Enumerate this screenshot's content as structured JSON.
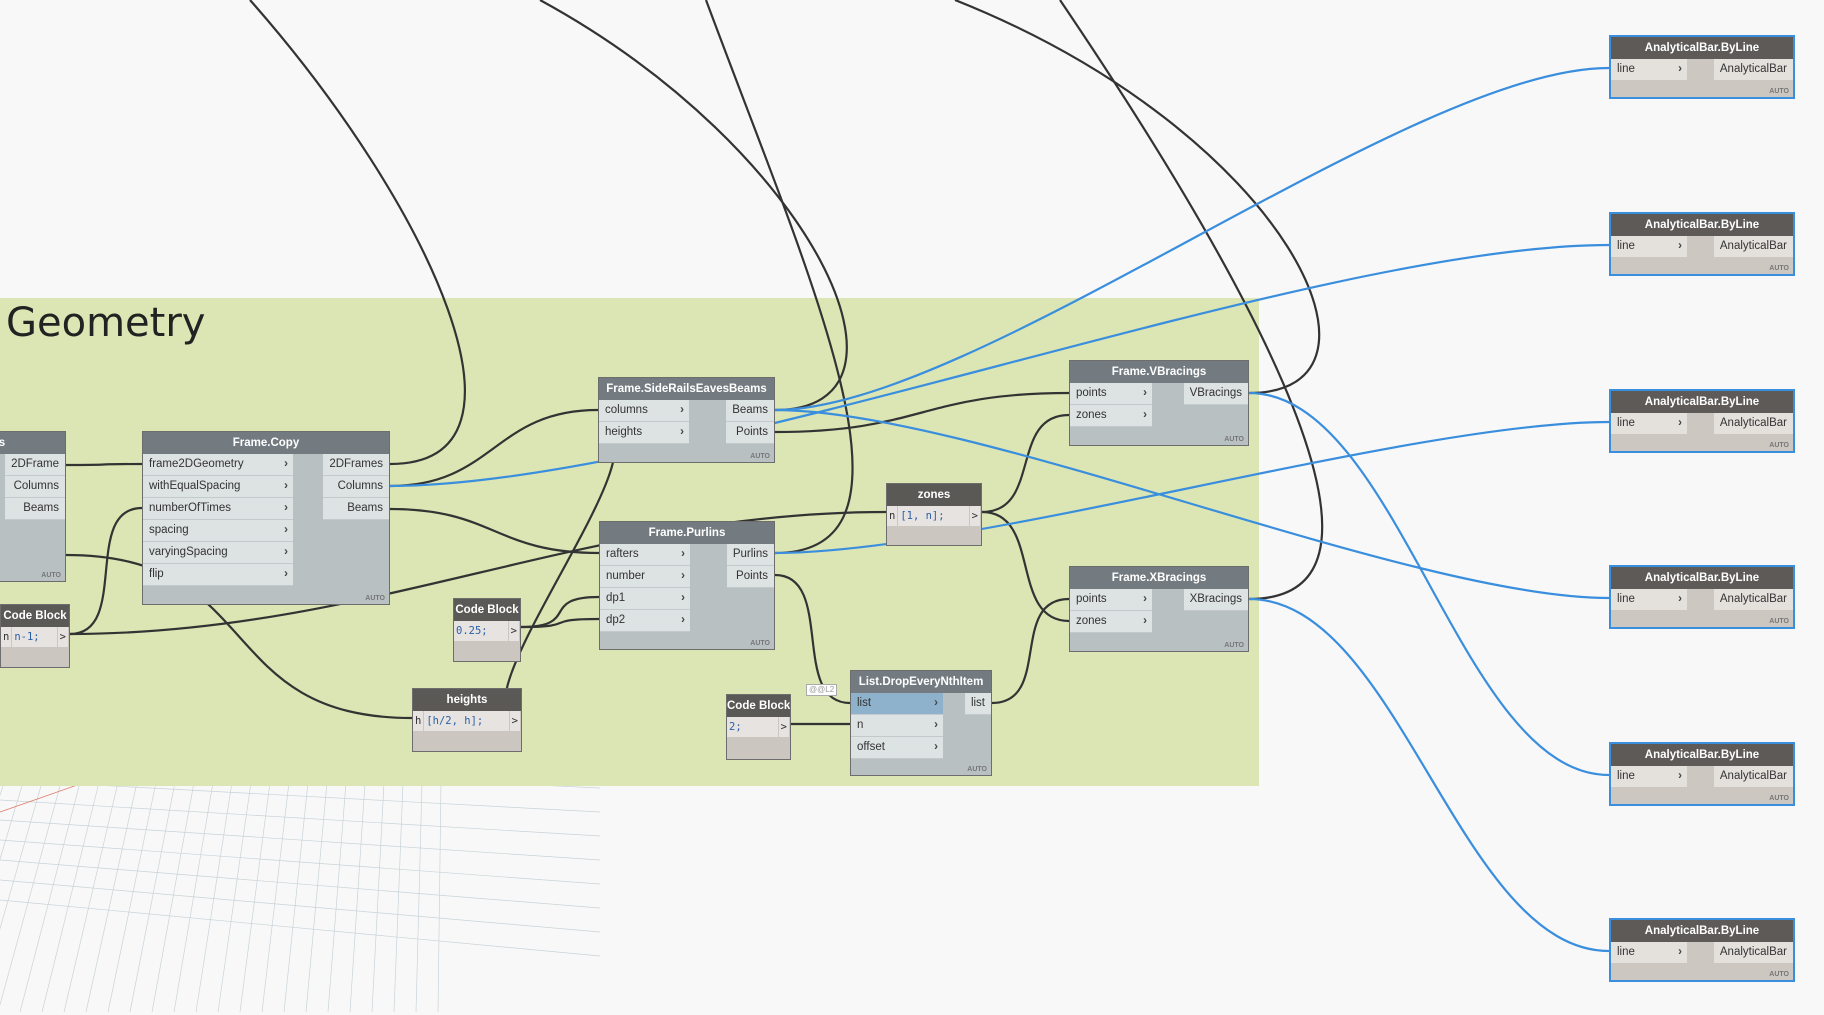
{
  "group": {
    "title": "Geometry",
    "color": "#dce6b4"
  },
  "wire_colors": {
    "default": "#333333",
    "preview": "#3a8ede"
  },
  "nodes": [
    {
      "id": "left",
      "title": "ghts",
      "kind": "func",
      "inputs": [],
      "outputs": [
        "2DFrame",
        "Columns",
        "Beams"
      ],
      "auto": "AUTO"
    },
    {
      "id": "copy",
      "title": "Frame.Copy",
      "kind": "func",
      "inputs": [
        "frame2DGeometry",
        "withEqualSpacing",
        "numberOfTimes",
        "spacing",
        "varyingSpacing",
        "flip"
      ],
      "outputs": [
        "2DFrames",
        "Columns",
        "Beams"
      ],
      "auto": "AUTO"
    },
    {
      "id": "cbl",
      "title": "Code Block",
      "kind": "code",
      "input": "n",
      "code": "n-1;",
      "out": ">"
    },
    {
      "id": "side",
      "title": "Frame.SideRailsEavesBeams",
      "kind": "func",
      "inputs": [
        "columns",
        "heights"
      ],
      "outputs": [
        "Beams",
        "Points"
      ],
      "auto": "AUTO"
    },
    {
      "id": "purl",
      "title": "Frame.Purlins",
      "kind": "func",
      "inputs": [
        "rafters",
        "number",
        "dp1",
        "dp2"
      ],
      "outputs": [
        "Purlins",
        "Points"
      ],
      "auto": "AUTO"
    },
    {
      "id": "zones",
      "title": "zones",
      "kind": "code",
      "input": "n",
      "code": "[1, n];",
      "out": ">"
    },
    {
      "id": "vbr",
      "title": "Frame.VBracings",
      "kind": "func",
      "inputs": [
        "points",
        "zones"
      ],
      "outputs": [
        "VBracings"
      ],
      "auto": "AUTO"
    },
    {
      "id": "xbr",
      "title": "Frame.XBracings",
      "kind": "func",
      "inputs": [
        "points",
        "zones"
      ],
      "outputs": [
        "XBracings"
      ],
      "auto": "AUTO"
    },
    {
      "id": "cb025",
      "title": "Code Block",
      "kind": "code",
      "input": "",
      "code": "0.25;",
      "out": ">"
    },
    {
      "id": "heights",
      "title": "heights",
      "kind": "code",
      "input": "h",
      "code": "[h/2, h];",
      "out": ">"
    },
    {
      "id": "cb2",
      "title": "Code Block",
      "kind": "code",
      "input": "",
      "code": "2;",
      "out": ">"
    },
    {
      "id": "drop",
      "title": "List.DropEveryNthItem",
      "kind": "func",
      "inputs": [
        "list",
        "n",
        "offset"
      ],
      "outputs": [
        "list"
      ],
      "auto": "AUTO",
      "lacing": "@@L2"
    },
    {
      "id": "ab1",
      "title": "AnalyticalBar.ByLine",
      "kind": "ab",
      "inputs": [
        "line"
      ],
      "outputs": [
        "AnalyticalBar"
      ],
      "auto": "AUTO"
    },
    {
      "id": "ab2",
      "title": "AnalyticalBar.ByLine",
      "kind": "ab",
      "inputs": [
        "line"
      ],
      "outputs": [
        "AnalyticalBar"
      ],
      "auto": "AUTO"
    },
    {
      "id": "ab3",
      "title": "AnalyticalBar.ByLine",
      "kind": "ab",
      "inputs": [
        "line"
      ],
      "outputs": [
        "AnalyticalBar"
      ],
      "auto": "AUTO"
    },
    {
      "id": "ab4",
      "title": "AnalyticalBar.ByLine",
      "kind": "ab",
      "inputs": [
        "line"
      ],
      "outputs": [
        "AnalyticalBar"
      ],
      "auto": "AUTO"
    },
    {
      "id": "ab5",
      "title": "AnalyticalBar.ByLine",
      "kind": "ab",
      "inputs": [
        "line"
      ],
      "outputs": [
        "AnalyticalBar"
      ],
      "auto": "AUTO"
    },
    {
      "id": "ab6",
      "title": "AnalyticalBar.ByLine",
      "kind": "ab",
      "inputs": [
        "line"
      ],
      "outputs": [
        "AnalyticalBar"
      ],
      "auto": "AUTO"
    }
  ]
}
